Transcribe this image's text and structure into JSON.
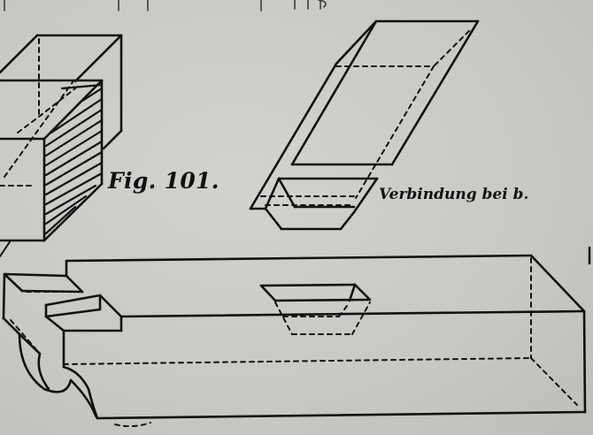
{
  "figure": {
    "label": "Fig. 101.",
    "annotation": "Verbindung bei b.",
    "colors": {
      "paper": "#c9c9c6",
      "ink": "#111111"
    },
    "parts": [
      {
        "name": "cut-cube",
        "description": "Cube with hatched diagonal section (left)"
      },
      {
        "name": "dovetail-tenon",
        "description": "Oblique dovetail tenon piece (top center)"
      },
      {
        "name": "beam",
        "description": "Long beam with moulded end and dovetail mortise (bottom)"
      }
    ]
  }
}
